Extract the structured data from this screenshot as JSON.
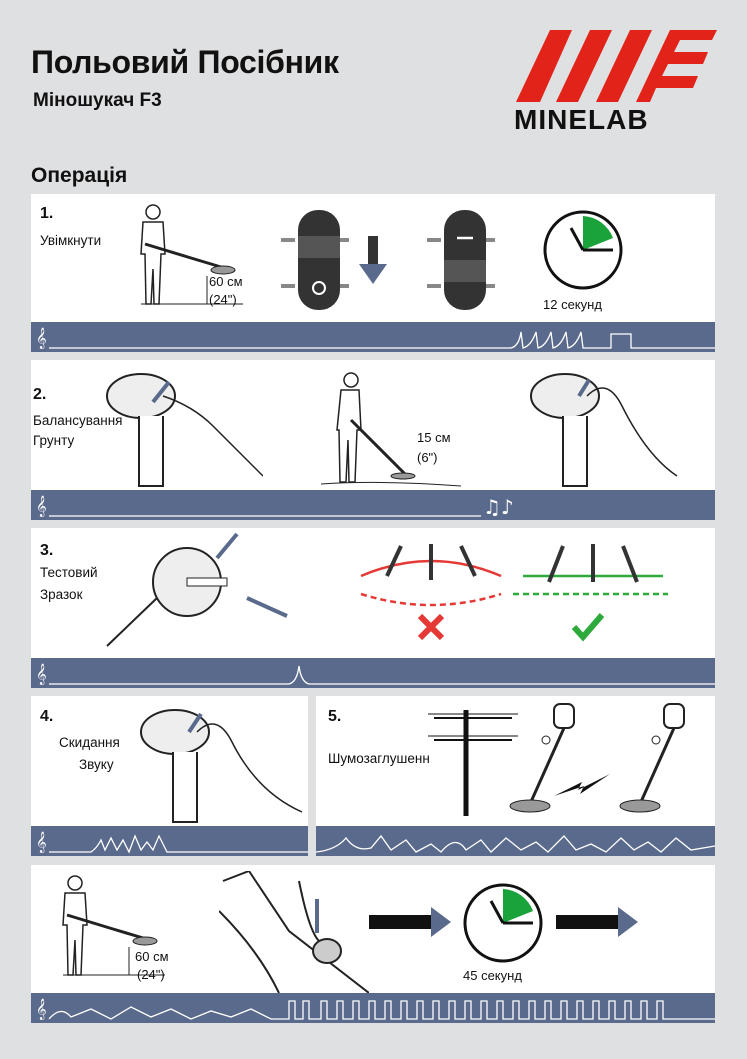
{
  "header": {
    "title": "Польовий Посібник",
    "subtitle": "Міношукач F3",
    "logo_text": "MINELAB"
  },
  "section_title": "Операція",
  "colors": {
    "brand_red": "#e2231a",
    "strip_blue": "#5a6a8c",
    "timer_green": "#1aa33a",
    "cross_red": "#e53935",
    "check_green": "#2eaa3c",
    "background": "#dfe0e2"
  },
  "steps": [
    {
      "number": "1.",
      "label": "Увімкнути",
      "height_label": "60 см",
      "height_inch": "(24\")",
      "timer_label": "12 секунд",
      "timer_fraction": 0.17,
      "icons": [
        "operator-icon",
        "switch-off-icon",
        "down-arrow-icon",
        "switch-on-icon",
        "timer-icon",
        "ear-icon"
      ]
    },
    {
      "number": "2.",
      "label_line1": "Балансування",
      "label_line2": "Грунту",
      "height_label": "15 см",
      "height_inch": "(6\")",
      "icons": [
        "hand-press-button-icon",
        "sweep-operator-icon",
        "hand-release-icon",
        "music-notes-icon",
        "ear-icon"
      ]
    },
    {
      "number": "3.",
      "label_line1": "Тестовий",
      "label_line2": "Зразок",
      "icons": [
        "test-sample-icon",
        "wrong-sweep-icon",
        "correct-sweep-icon",
        "cross-icon",
        "check-icon",
        "ear-icon"
      ]
    },
    {
      "number": "4.",
      "label_line1": "Скидання",
      "label_line2": "Звуку",
      "icons": [
        "hand-press-button-icon",
        "ear-icon"
      ]
    },
    {
      "number": "5.",
      "label": "Шумозаглушенн",
      "icons": [
        "power-line-icon",
        "detector-icon",
        "lightning-icon",
        "ear-icon"
      ]
    },
    {
      "height_label": "60 см",
      "height_inch": "(24\")",
      "timer_label": "45 секунд",
      "timer_fraction": 0.17,
      "icons": [
        "operator-icon",
        "hand-press-button-icon",
        "right-arrow-icon",
        "timer-icon",
        "ear-icon"
      ]
    }
  ]
}
